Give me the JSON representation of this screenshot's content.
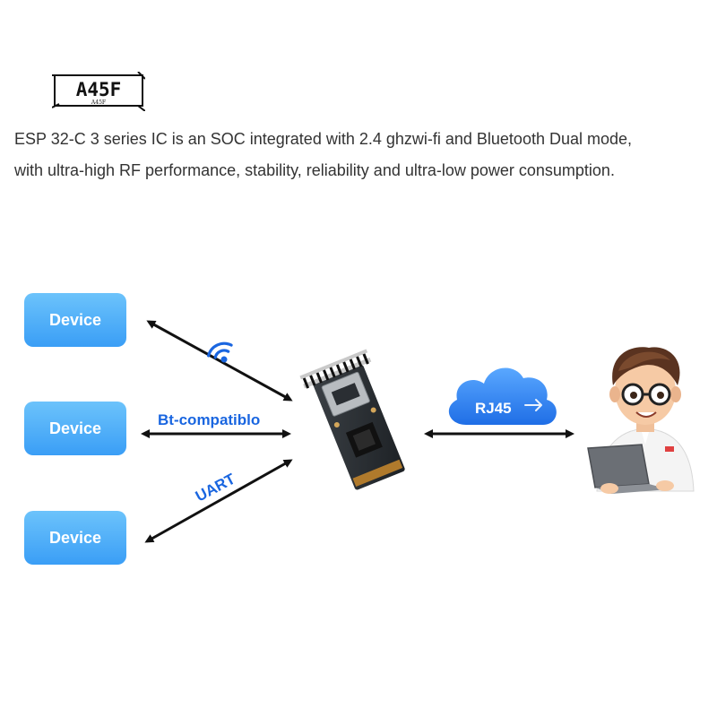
{
  "logo": {
    "text": "A45F",
    "subtext": "A45F"
  },
  "description": {
    "line1": "ESP 32-C 3 series IC is an SOC integrated with 2.4 ghzwi-fi and Bluetooth Dual mode,",
    "line2": "with ultra-high RF performance, stability, reliability and ultra-low power consumption."
  },
  "devices": [
    {
      "label": "Device"
    },
    {
      "label": "Device"
    },
    {
      "label": "Device"
    }
  ],
  "connections": {
    "wifi": {
      "icon": "wifi-icon"
    },
    "bluetooth": {
      "label": "Bt-compatiblo"
    },
    "uart": {
      "label": "UART"
    }
  },
  "cloud": {
    "label": "RJ45"
  },
  "colors": {
    "device_top": "#6cc3fb",
    "device_bottom": "#3a9ef6",
    "label_blue": "#1a66e0",
    "arrow": "#111111",
    "cloud": "#2f7ff0"
  }
}
